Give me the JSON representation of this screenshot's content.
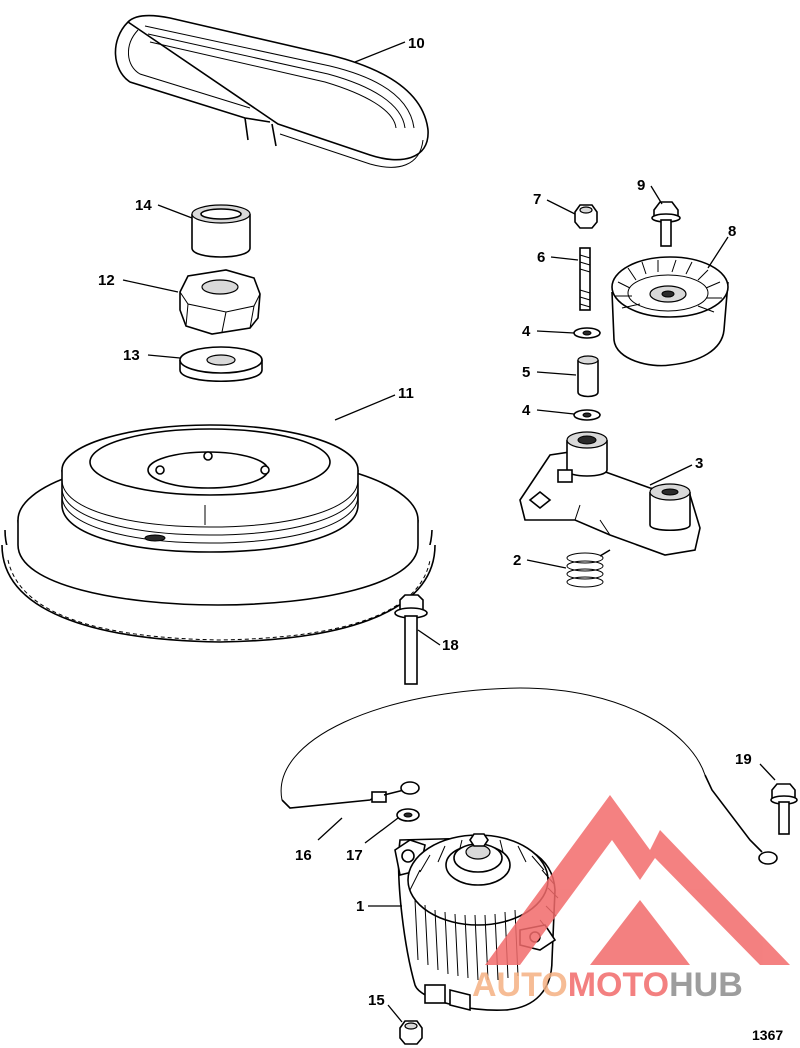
{
  "callouts": {
    "c1": "1",
    "c2": "2",
    "c3": "3",
    "c4a": "4",
    "c4b": "4",
    "c5": "5",
    "c6": "6",
    "c7": "7",
    "c8": "8",
    "c9": "9",
    "c10": "10",
    "c11": "11",
    "c12": "12",
    "c13": "13",
    "c14": "14",
    "c15": "15",
    "c16": "16",
    "c17": "17",
    "c18": "18",
    "c19": "19"
  },
  "figure_id": "1367",
  "watermark": {
    "part1": "AUTO",
    "part2": "MOTO",
    "part3": "HUB",
    "colors": {
      "red": "#f26b6b",
      "orange": "#f5b183",
      "gray": "#8c8c8c"
    }
  }
}
